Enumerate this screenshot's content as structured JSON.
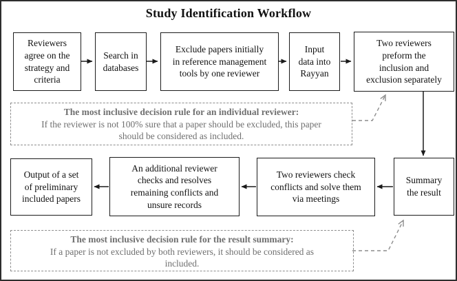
{
  "title": "Study Identification Workflow",
  "colors": {
    "frame": "#2e2e2e",
    "box_border": "#1a1a1a",
    "arrow": "#1a1a1a",
    "note_border": "#8c8c8c",
    "note_text": "#6f6f6f"
  },
  "top_row": [
    {
      "label": "Reviewers\nagree on the\nstrategy and\ncriteria"
    },
    {
      "label": "Search in\ndatabases"
    },
    {
      "label": "Exclude papers initially\nin reference management\ntools by one reviewer"
    },
    {
      "label": "Input\ndata into\nRayyan"
    },
    {
      "label": "Two reviewers\npreform the\ninclusion and\nexclusion separately"
    }
  ],
  "bottom_row": [
    {
      "label": "Output of a set\nof preliminary\nincluded papers"
    },
    {
      "label": "An additional reviewer\nchecks and resolves\nremaining conflicts and\nunsure records"
    },
    {
      "label": "Two reviewers check\nconflicts and solve them\nvia meetings"
    },
    {
      "label": "Summary\nthe result"
    }
  ],
  "notes": [
    {
      "heading": "The most inclusive decision rule for an individual reviewer:",
      "body": "If the reviewer is not 100% sure that a paper should be excluded, this paper\nshould be considered as included."
    },
    {
      "heading": "The most inclusive decision rule for the result summary:",
      "body": "If a paper is not excluded by both reviewers, it should be considered as\nincluded."
    }
  ]
}
